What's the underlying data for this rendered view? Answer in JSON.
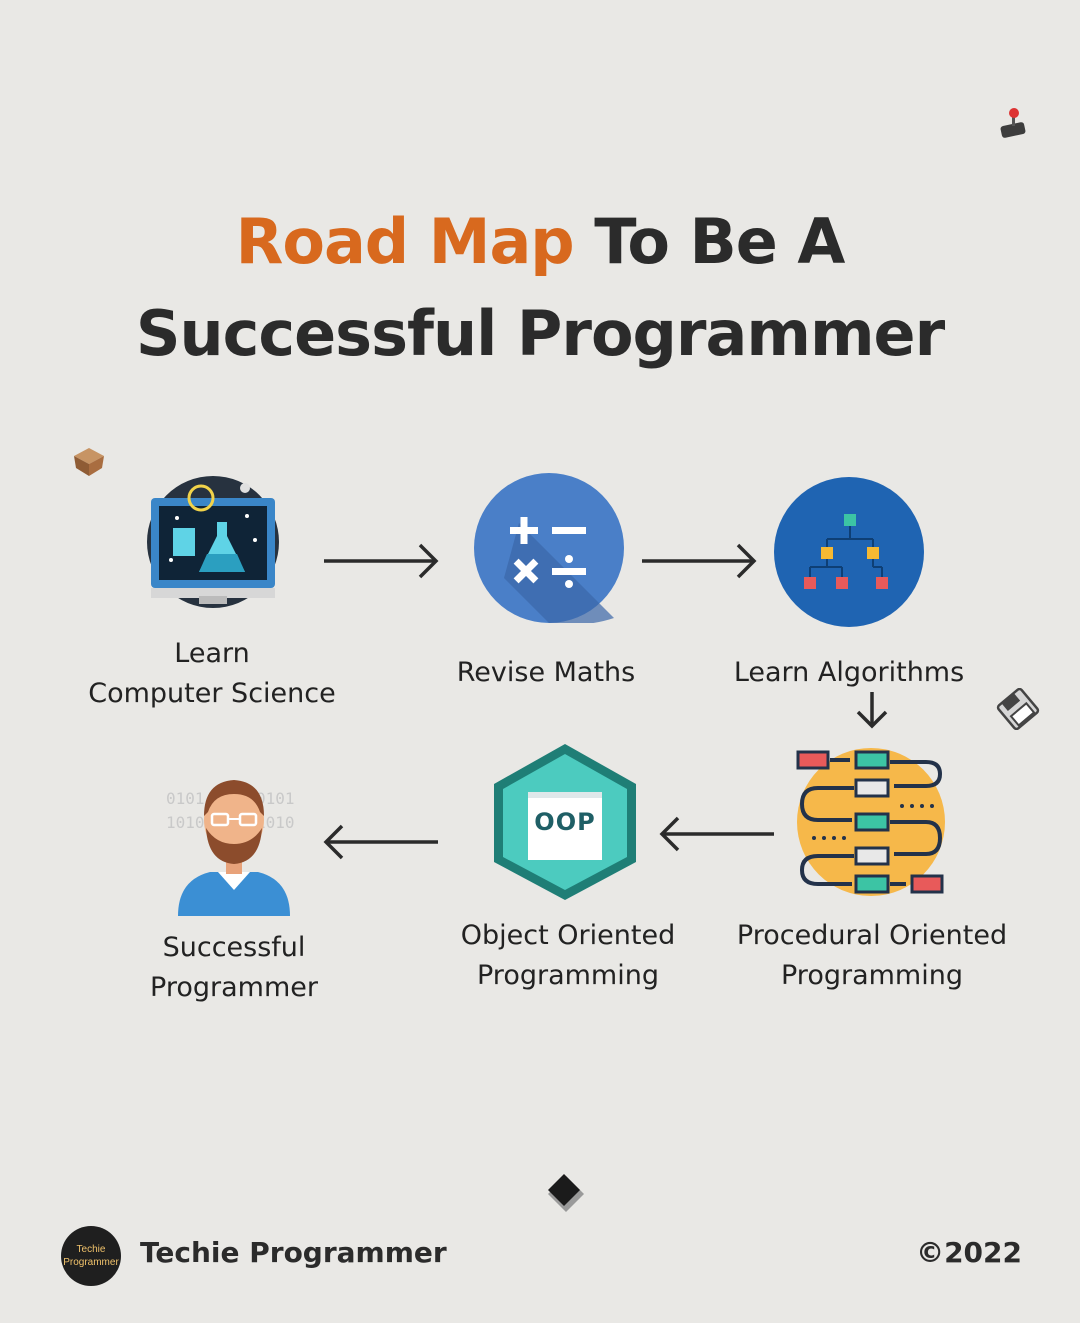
{
  "title": {
    "accent": "Road Map",
    "line1_rest": " To Be A",
    "line2": "Successful Programmer"
  },
  "steps": [
    {
      "line1": "Learn",
      "line2": "Computer Science",
      "icon": "computer-science-lab-icon"
    },
    {
      "line1": "Revise Maths",
      "icon": "math-operators-icon"
    },
    {
      "line1": "Learn Algorithms",
      "icon": "algorithm-tree-icon"
    },
    {
      "line1": "Procedural Oriented",
      "line2": "Programming",
      "icon": "procedural-flowchart-icon"
    },
    {
      "line1": "Object Oriented",
      "line2": "Programming",
      "icon": "oop-hexagon-icon",
      "icon_text": "OOP"
    },
    {
      "line1": "Successful",
      "line2": "Programmer",
      "icon": "programmer-avatar-icon"
    }
  ],
  "footer": {
    "logo_line1": "Techie",
    "logo_line2": "Programmer",
    "brand": "Techie Programmer",
    "copyright": "©2022"
  },
  "colors": {
    "accent": "#d8691e",
    "background": "#e9e8e5",
    "text": "#2b2b2b",
    "math_circle": "#4a7fc8",
    "algo_circle": "#1f64b2",
    "oop_hex": "#4ccbbf"
  }
}
